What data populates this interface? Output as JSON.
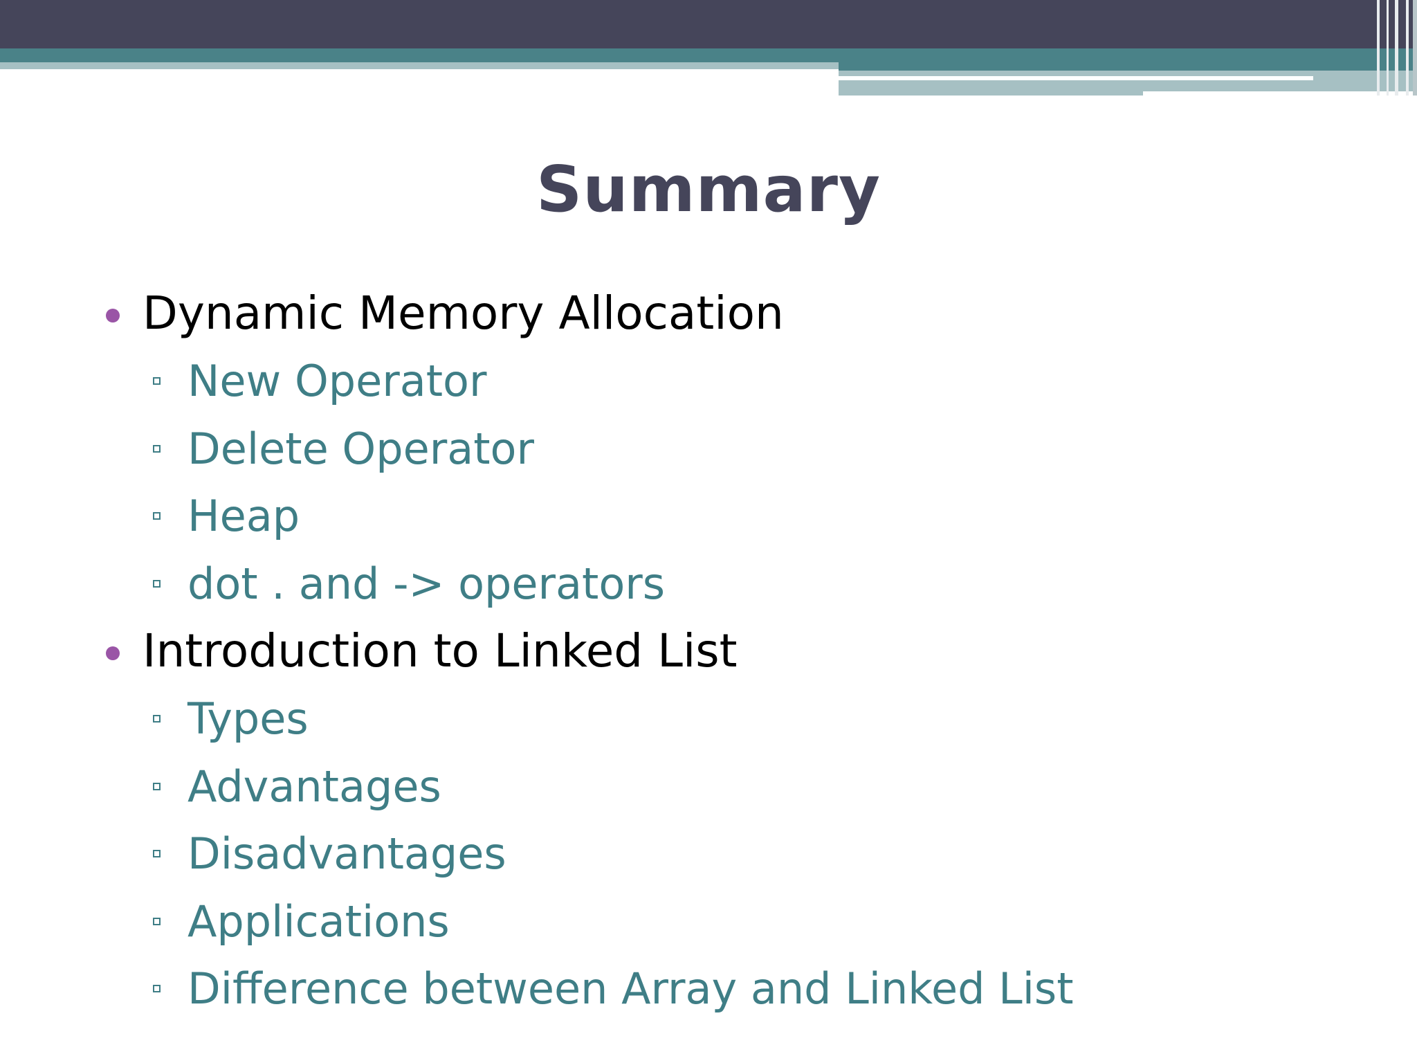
{
  "slide": {
    "title": "Summary",
    "sections": [
      {
        "heading": "Dynamic Memory Allocation",
        "items": [
          "New Operator",
          "Delete Operator",
          "Heap",
          "dot . and -> operators"
        ]
      },
      {
        "heading": "Introduction to Linked List",
        "items": [
          "Types",
          "Advantages",
          "Disadvantages",
          "Applications",
          "Difference between Array and Linked List"
        ]
      }
    ]
  },
  "theme": {
    "header_dark": "#45455a",
    "header_teal": "#4a8288",
    "header_light": "#a6c0c3",
    "title_color": "#45455a",
    "level1_text": "#000000",
    "level1_bullet": "#9a55a6",
    "level2_text": "#3f7e86"
  }
}
